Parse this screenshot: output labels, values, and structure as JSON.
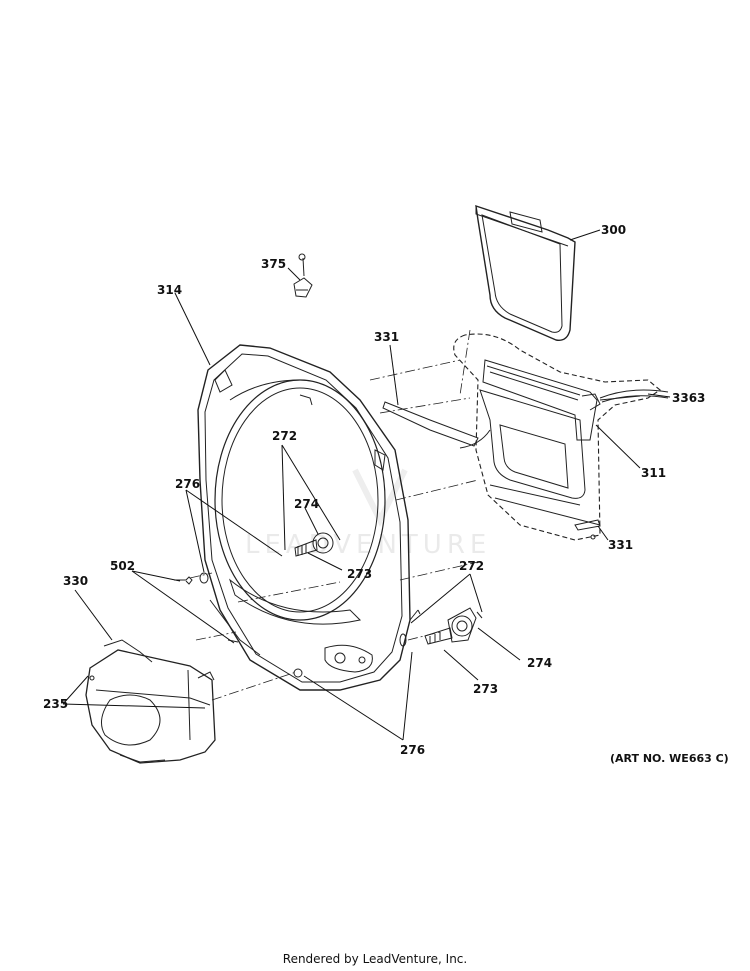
{
  "diagram": {
    "callouts": {
      "c300": "300",
      "c375": "375",
      "c314": "314",
      "c331a": "331",
      "c3363": "3363",
      "c272a": "272",
      "c311": "311",
      "c276a": "276",
      "c274a": "274",
      "c331b": "331",
      "c502": "502",
      "c273a": "273",
      "c330": "330",
      "c272b": "272",
      "c274b": "274",
      "c273b": "273",
      "c235": "235",
      "c276b": "276"
    },
    "art_number": "(ART NO. WE663 C)",
    "watermark": "LEADVENTURE",
    "footer": "Rendered by LeadVenture, Inc."
  }
}
